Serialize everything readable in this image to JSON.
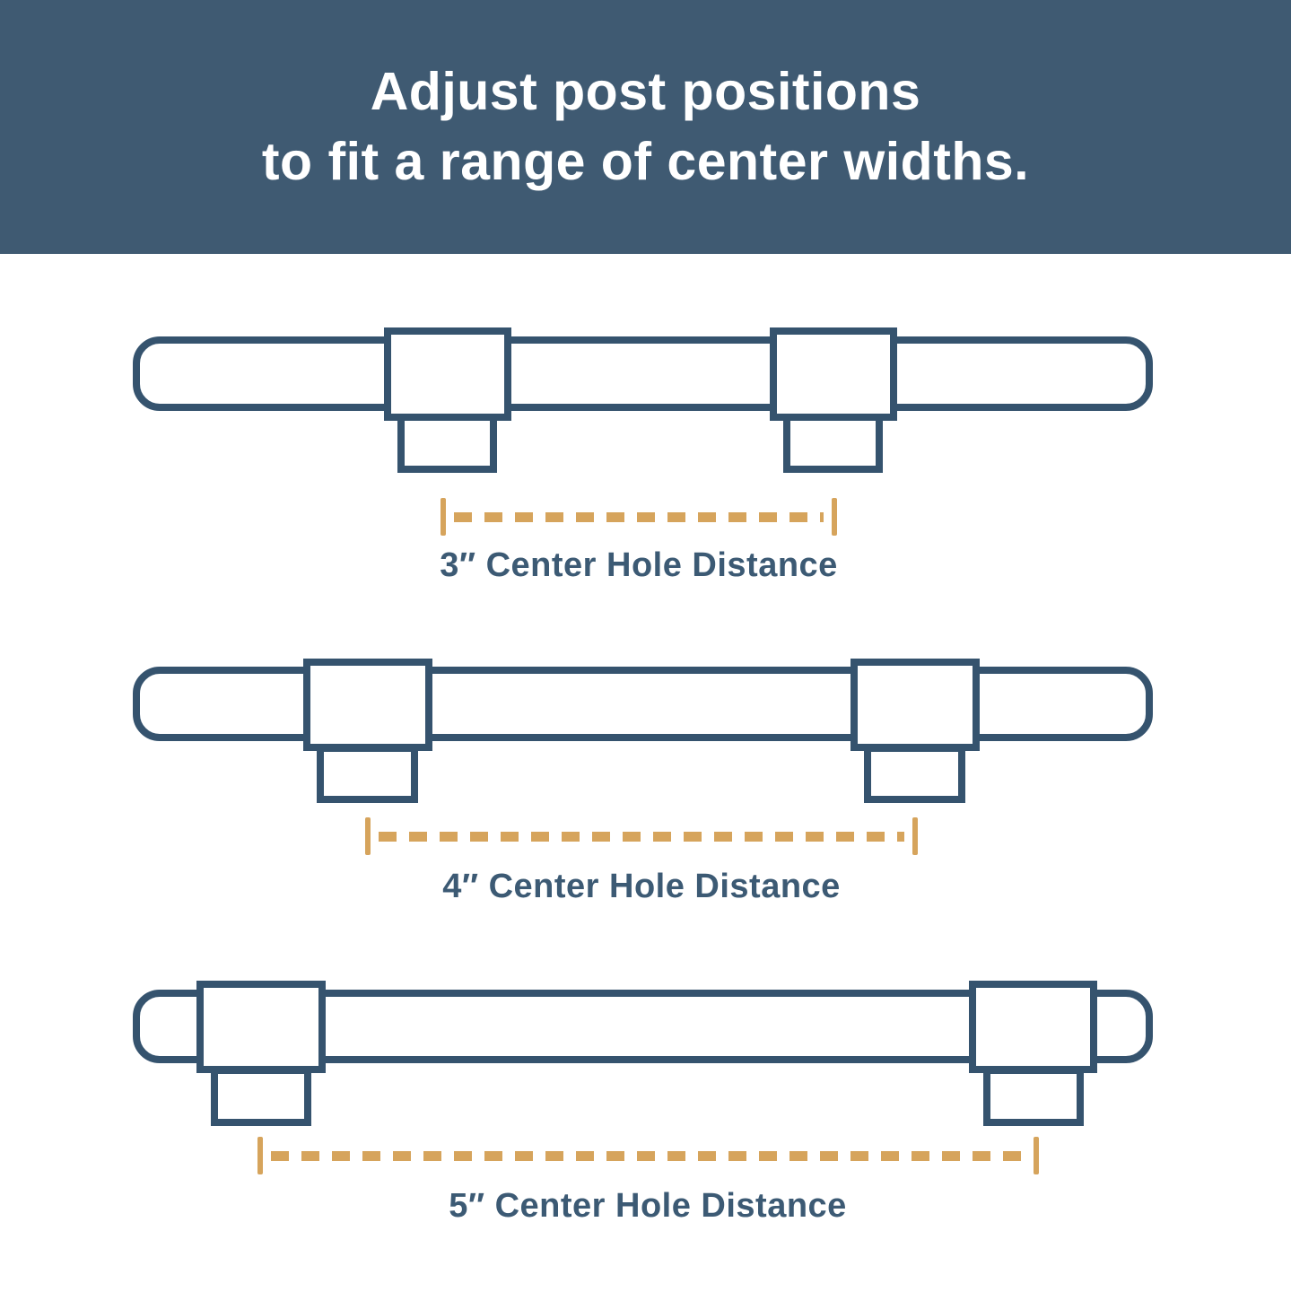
{
  "header": {
    "title_line1": "Adjust post positions",
    "title_line2": "to fit a range of center widths."
  },
  "diagrams": [
    {
      "distance_inches": 3,
      "label": "3″ Center Hole Distance"
    },
    {
      "distance_inches": 4,
      "label": "4″ Center Hole Distance"
    },
    {
      "distance_inches": 5,
      "label": "5″ Center Hole Distance"
    }
  ],
  "colors": {
    "header_bg": "#3f5a72",
    "outline": "#35536e",
    "label_text": "#3c5a74",
    "measure": "#d6a45c",
    "page_bg": "#ffffff"
  }
}
